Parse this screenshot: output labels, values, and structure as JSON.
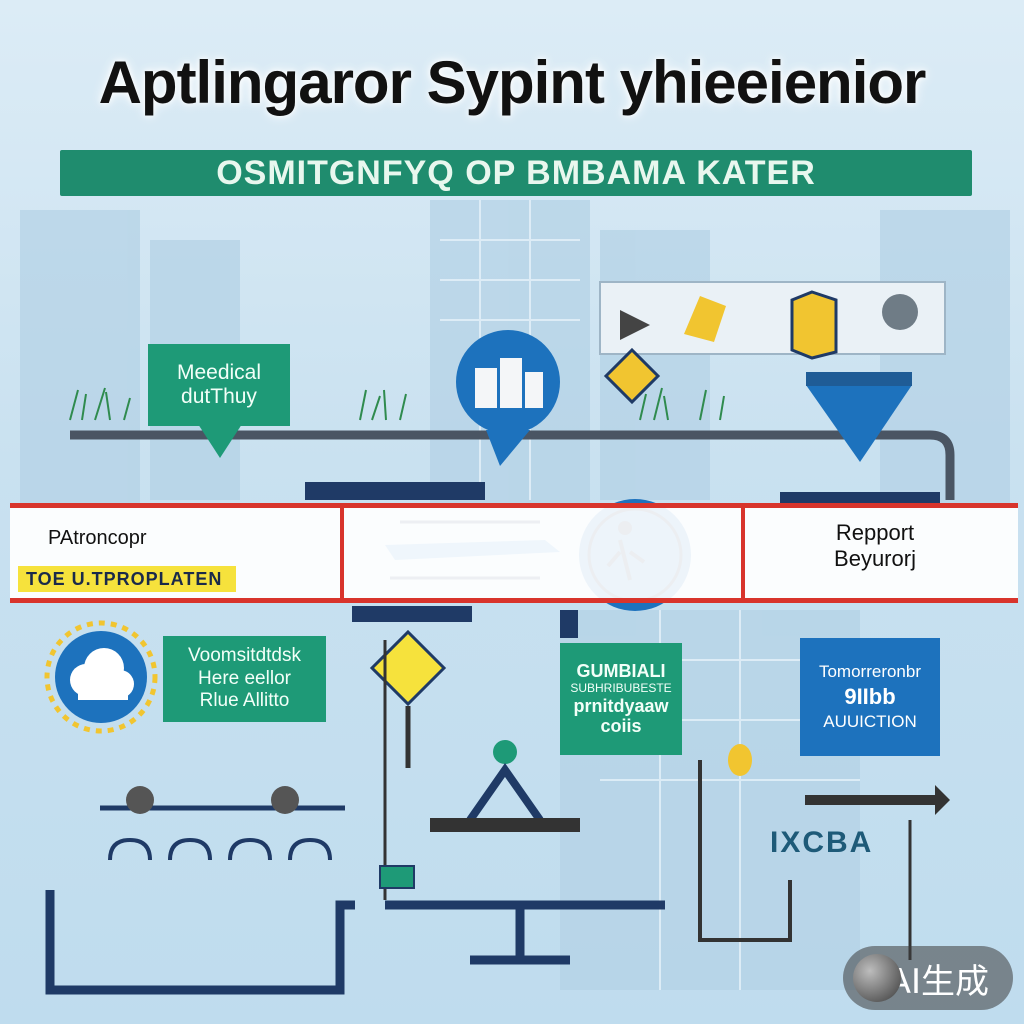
{
  "header": {
    "title": "Aptlingaror Sypint yhieeienior",
    "subtitle": "OSMITGNFYQ OP BMBAMA KATER"
  },
  "nodes": {
    "medical": {
      "line1": "Meedical",
      "line2": "dutThuy"
    },
    "patron": {
      "label": "PAtroncopr"
    },
    "yellow_strip": {
      "label": "TOE U.TPROPLATEN"
    },
    "report": {
      "line1": "Repport",
      "line2": "Beyurorj"
    },
    "volunteer": {
      "line1": "Voomsitdtdsk",
      "line2": "Here eellor",
      "line3": "Rlue Allitto"
    },
    "gumbial": {
      "line1": "GUMBIALI",
      "line2": "SUBHRIBUBESTE",
      "line3": "prnitdyaaw",
      "line4": "coiis"
    },
    "tomorrow": {
      "line1": "Tomorreronbr",
      "line2": "9IIbb",
      "line3": "AUUICTION"
    },
    "bottom_letters": {
      "label": "IXCBA"
    }
  },
  "watermark": {
    "label": "AI生成"
  },
  "colors": {
    "green": "#1e9a77",
    "blue": "#1d72bd",
    "red": "#d8342c",
    "yellow": "#f6e23c",
    "navy": "#1f3a66"
  },
  "icons": [
    "building-icon",
    "lightbulb-icon",
    "person-icon",
    "cloud-icon",
    "diamond-icon",
    "location-pin-icon"
  ]
}
